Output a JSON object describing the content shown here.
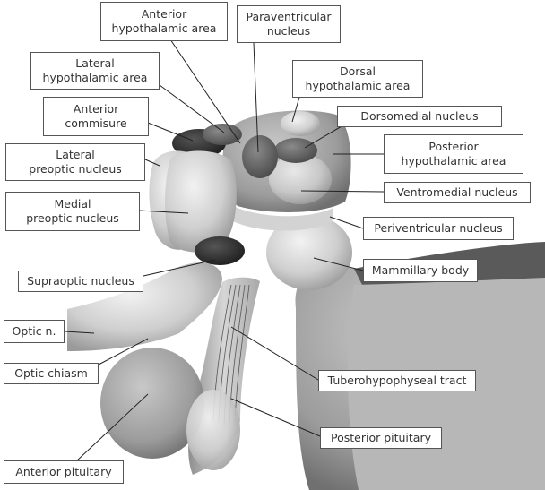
{
  "labels": {
    "anterior_hypothalamic_area": "Anterior\nhypothalamic area",
    "paraventricular_nucleus": "Paraventricular\nnucleus",
    "lateral_hypothalamic_area": "Lateral\nhypothalamic area",
    "dorsal_hypothalamic_area": "Dorsal\nhypothalamic area",
    "anterior_commisure": "Anterior\ncommisure",
    "dorsomedial_nucleus": "Dorsomedial nucleus",
    "lateral_preoptic_nucleus": "Lateral\npreoptic nucleus",
    "posterior_hypothalamic_area": "Posterior\nhypothalamic area",
    "medial_preoptic_nucleus": "Medial\npreoptic nucleus",
    "ventromedial_nucleus": "Ventromedial nucleus",
    "periventricular_nucleus": "Periventricular nucleus",
    "mammillary_body": "Mammillary body",
    "supraoptic_nucleus": "Supraoptic nucleus",
    "optic_n": "Optic n.",
    "optic_chiasm": "Optic chiasm",
    "tuberohypophyseal_tract": "Tuberohypophyseal tract",
    "posterior_pituitary": "Posterior pituitary",
    "anterior_pituitary": "Anterior pituitary"
  }
}
